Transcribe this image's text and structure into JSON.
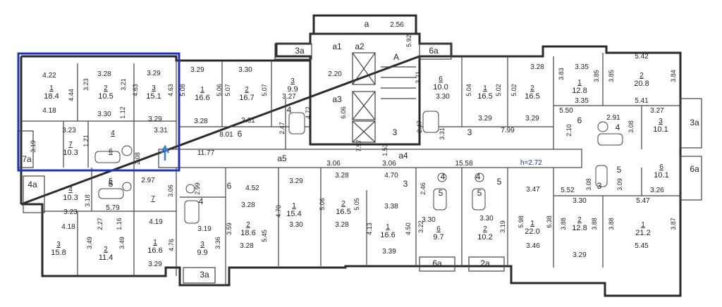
{
  "height_label": "h=2.72",
  "rooms": [
    {
      "id": "l1",
      "num": "1",
      "area": "18.4"
    },
    {
      "id": "l2",
      "num": "2",
      "area": "10.5"
    },
    {
      "id": "l3",
      "num": "3",
      "area": "15.1"
    },
    {
      "id": "l4",
      "num": "4",
      "area": ""
    },
    {
      "id": "l6",
      "num": "6",
      "area": ""
    },
    {
      "id": "l7",
      "num": "7",
      "area": "10.3"
    },
    {
      "id": "a1",
      "num": "1",
      "area": "16.6"
    },
    {
      "id": "a2",
      "num": "2",
      "area": "16.7"
    },
    {
      "id": "a3",
      "num": "3",
      "area": "9.9"
    },
    {
      "id": "r1",
      "num": "1",
      "area": "16.5"
    },
    {
      "id": "r2",
      "num": "2",
      "area": "16.5"
    },
    {
      "id": "r6",
      "num": "6",
      "area": "10.0"
    },
    {
      "id": "e1",
      "num": "1",
      "area": "12.8"
    },
    {
      "id": "e2",
      "num": "2",
      "area": "20.8"
    },
    {
      "id": "e3",
      "num": "3",
      "area": "10.1"
    },
    {
      "id": "e6",
      "num": "6",
      "area": "10.1"
    },
    {
      "id": "b4",
      "num": "4",
      "area": "10.3"
    },
    {
      "id": "b3",
      "num": "3",
      "area": "15.8"
    },
    {
      "id": "b2",
      "num": "2",
      "area": "11.4"
    },
    {
      "id": "b1",
      "num": "1",
      "area": "16.6"
    },
    {
      "id": "b5",
      "num": "5",
      "area": ""
    },
    {
      "id": "b7",
      "num": "7",
      "area": ""
    },
    {
      "id": "c2",
      "num": "2",
      "area": "18.6"
    },
    {
      "id": "c3",
      "num": "3",
      "area": "9.9"
    },
    {
      "id": "c1",
      "num": "1",
      "area": "15.4"
    },
    {
      "id": "d2",
      "num": "2",
      "area": "16.5"
    },
    {
      "id": "d1",
      "num": "1",
      "area": "16.6"
    },
    {
      "id": "d6",
      "num": "6",
      "area": "9.7"
    },
    {
      "id": "d2b",
      "num": "2",
      "area": "10.2"
    },
    {
      "id": "f1",
      "num": "1",
      "area": "22.0"
    },
    {
      "id": "g2",
      "num": "2",
      "area": "12.8"
    },
    {
      "id": "g1",
      "num": "1",
      "area": "21.2"
    }
  ],
  "zones": {
    "top_balcony": "а",
    "a1": "а1",
    "a2": "а2",
    "stair_a": "А",
    "a3": "а3",
    "a4": "а4",
    "a5": "а5",
    "b3a_top": "3а",
    "b6a_top": "6а",
    "b7a": "7а",
    "b4a": "4а",
    "b3a_right": "3а",
    "b6a_right": "6а",
    "b3a_bot": "3а",
    "b6a_bot": "6а",
    "b2a_bot": "2а"
  },
  "dims": [
    {
      "id": "t1",
      "v": "2.56"
    },
    {
      "id": "t2",
      "v": "5.92"
    },
    {
      "id": "d422",
      "v": "4.22"
    },
    {
      "id": "d418",
      "v": "4.18"
    },
    {
      "id": "d444",
      "v": "4.44"
    },
    {
      "id": "d323a",
      "v": "3.23"
    },
    {
      "id": "d328a",
      "v": "3.28"
    },
    {
      "id": "d321a",
      "v": "3.21"
    },
    {
      "id": "d330a",
      "v": "3.30"
    },
    {
      "id": "d112",
      "v": "1.12"
    },
    {
      "id": "d329a",
      "v": "3.29"
    },
    {
      "id": "d463a",
      "v": "4.63"
    },
    {
      "id": "d463b",
      "v": "4.63"
    },
    {
      "id": "d329b",
      "v": "3.29"
    },
    {
      "id": "d323b",
      "v": "3.23"
    },
    {
      "id": "d331a",
      "v": "3.31"
    },
    {
      "id": "d319a",
      "v": "3.19"
    },
    {
      "id": "d121",
      "v": "1.21"
    },
    {
      "id": "d208",
      "v": "2.08"
    },
    {
      "id": "d1177",
      "v": "11.77"
    },
    {
      "id": "d329c",
      "v": "3.29"
    },
    {
      "id": "d508a",
      "v": "5.08"
    },
    {
      "id": "d506a",
      "v": "5.06"
    },
    {
      "id": "d328b",
      "v": "3.28"
    },
    {
      "id": "d330b",
      "v": "3.30"
    },
    {
      "id": "d507a",
      "v": "5.07"
    },
    {
      "id": "d507b",
      "v": "5.07"
    },
    {
      "id": "d331b",
      "v": "3.31"
    },
    {
      "id": "d801",
      "v": "8.01"
    },
    {
      "id": "d327",
      "v": "3.27"
    },
    {
      "id": "d472",
      "v": "4.72"
    },
    {
      "id": "d247a",
      "v": "2.47"
    },
    {
      "id": "d220",
      "v": "2.20"
    },
    {
      "id": "d606",
      "v": "6.06"
    },
    {
      "id": "d757",
      "v": "7.57"
    },
    {
      "id": "d153",
      "v": "1.53"
    },
    {
      "id": "d306a",
      "v": "3.06"
    },
    {
      "id": "d306b",
      "v": "3.06"
    },
    {
      "id": "d1558",
      "v": "15.58"
    },
    {
      "id": "d321b",
      "v": "3.21"
    },
    {
      "id": "d330c",
      "v": "3.30"
    },
    {
      "id": "d247b",
      "v": "2.47"
    },
    {
      "id": "d331c",
      "v": "3.31"
    },
    {
      "id": "d504",
      "v": "5.04"
    },
    {
      "id": "d502a",
      "v": "5.02"
    },
    {
      "id": "d328c",
      "v": "3.28"
    },
    {
      "id": "d502b",
      "v": "5.02"
    },
    {
      "id": "d329d",
      "v": "3.29"
    },
    {
      "id": "d329e",
      "v": "3.29"
    },
    {
      "id": "d799",
      "v": "7.99"
    },
    {
      "id": "d383",
      "v": "3.83"
    },
    {
      "id": "d335a",
      "v": "3.35"
    },
    {
      "id": "d385a",
      "v": "3.85"
    },
    {
      "id": "d385b",
      "v": "3.85"
    },
    {
      "id": "d335b",
      "v": "3.35"
    },
    {
      "id": "d542",
      "v": "5.42"
    },
    {
      "id": "d384",
      "v": "3.84"
    },
    {
      "id": "d541",
      "v": "5.41"
    },
    {
      "id": "d550",
      "v": "5.50"
    },
    {
      "id": "d291",
      "v": "2.91"
    },
    {
      "id": "d327b",
      "v": "3.27"
    },
    {
      "id": "d210",
      "v": "2.10"
    },
    {
      "id": "d308a",
      "v": "3.08"
    },
    {
      "id": "d308b",
      "v": "3.08"
    },
    {
      "id": "d309",
      "v": "3.09"
    },
    {
      "id": "d552",
      "v": "5.52"
    },
    {
      "id": "d326",
      "v": "3.26"
    },
    {
      "id": "d297",
      "v": "2.97"
    },
    {
      "id": "d306c",
      "v": "3.06"
    },
    {
      "id": "d323c",
      "v": "3.23"
    },
    {
      "id": "d318",
      "v": "3.18"
    },
    {
      "id": "d579",
      "v": "5.79"
    },
    {
      "id": "d418b",
      "v": "4.18"
    },
    {
      "id": "d227",
      "v": "2.27"
    },
    {
      "id": "d116",
      "v": "1.16"
    },
    {
      "id": "d419",
      "v": "4.19"
    },
    {
      "id": "d349a",
      "v": "3.49"
    },
    {
      "id": "d349b",
      "v": "3.49"
    },
    {
      "id": "d476",
      "v": "4.76"
    },
    {
      "id": "d329f",
      "v": "3.29"
    },
    {
      "id": "d299",
      "v": "2.99"
    },
    {
      "id": "d452",
      "v": "4.52"
    },
    {
      "id": "d329g",
      "v": "3.29"
    },
    {
      "id": "d328d",
      "v": "3.28"
    },
    {
      "id": "d470a",
      "v": "4.70"
    },
    {
      "id": "d359",
      "v": "3.59"
    },
    {
      "id": "d545a",
      "v": "5.45"
    },
    {
      "id": "d319b",
      "v": "3.19"
    },
    {
      "id": "d336",
      "v": "3.36"
    },
    {
      "id": "d328e",
      "v": "3.28"
    },
    {
      "id": "d330d",
      "v": "3.30"
    },
    {
      "id": "d506b",
      "v": "5.06"
    },
    {
      "id": "d505",
      "v": "5.05"
    },
    {
      "id": "d328f",
      "v": "3.28"
    },
    {
      "id": "d328g",
      "v": "3.28"
    },
    {
      "id": "d470b",
      "v": "4.70"
    },
    {
      "id": "d338",
      "v": "3.38"
    },
    {
      "id": "d413",
      "v": "4.13"
    },
    {
      "id": "d450",
      "v": "4.50"
    },
    {
      "id": "d339",
      "v": "3.39"
    },
    {
      "id": "d246",
      "v": "2.46"
    },
    {
      "id": "d330e",
      "v": "3.30"
    },
    {
      "id": "d322",
      "v": "3.22"
    },
    {
      "id": "d330f",
      "v": "3.30"
    },
    {
      "id": "d319c",
      "v": "3.19"
    },
    {
      "id": "d347",
      "v": "3.47"
    },
    {
      "id": "d598",
      "v": "5.98"
    },
    {
      "id": "d638",
      "v": "6.38"
    },
    {
      "id": "d346",
      "v": "3.46"
    },
    {
      "id": "d330g",
      "v": "3.30"
    },
    {
      "id": "d547",
      "v": "5.47"
    },
    {
      "id": "d388a",
      "v": "3.88"
    },
    {
      "id": "d388b",
      "v": "3.88"
    },
    {
      "id": "d388c",
      "v": "3.88"
    },
    {
      "id": "d387",
      "v": "3.87"
    },
    {
      "id": "d329h",
      "v": "3.29"
    },
    {
      "id": "d545b",
      "v": "5.45"
    }
  ],
  "plain": [
    {
      "id": "p3a",
      "v": "3"
    },
    {
      "id": "p3b",
      "v": "3"
    },
    {
      "id": "p3c",
      "v": "3"
    },
    {
      "id": "p5a",
      "v": "5"
    },
    {
      "id": "p5b",
      "v": "5"
    },
    {
      "id": "p5c",
      "v": "5"
    },
    {
      "id": "p5d",
      "v": "5"
    },
    {
      "id": "p5e",
      "v": "5"
    },
    {
      "id": "p4a",
      "v": "4"
    },
    {
      "id": "p4b",
      "v": "4"
    },
    {
      "id": "p4c",
      "v": "4"
    },
    {
      "id": "p4d",
      "v": "4"
    },
    {
      "id": "p4e",
      "v": "4"
    },
    {
      "id": "p6a",
      "v": "6"
    },
    {
      "id": "p6b",
      "v": "6"
    },
    {
      "id": "p6c",
      "v": "6"
    },
    {
      "id": "p3d",
      "v": "3"
    }
  ],
  "colors": {
    "highlight": "#2233b8",
    "arrow": "#3a7fd9"
  }
}
